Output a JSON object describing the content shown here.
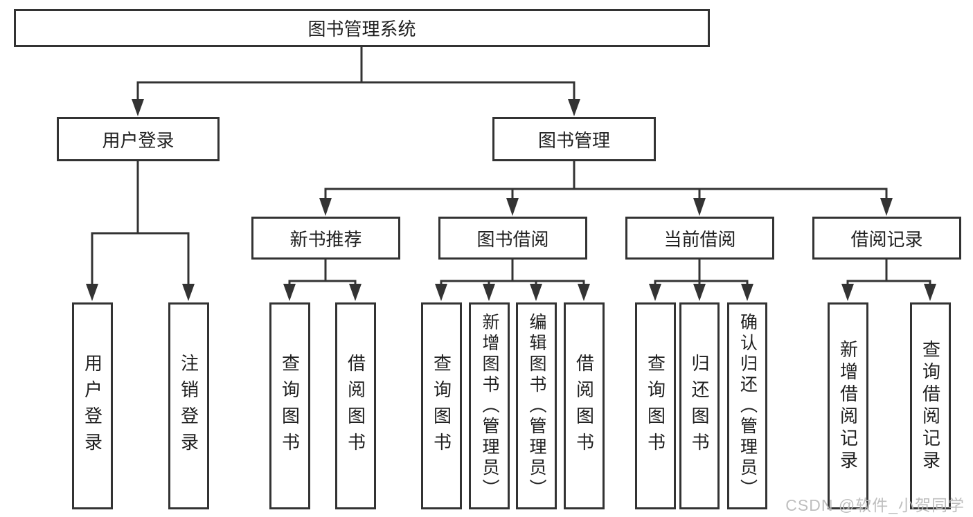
{
  "tree": {
    "root": "图书管理系统",
    "children": [
      {
        "label": "用户登录",
        "children": [
          {
            "label": "用户登录"
          },
          {
            "label": "注销登录"
          }
        ]
      },
      {
        "label": "图书管理",
        "children": [
          {
            "label": "新书推荐",
            "children": [
              {
                "label": "查询图书"
              },
              {
                "label": "借阅图书"
              }
            ]
          },
          {
            "label": "图书借阅",
            "children": [
              {
                "label": "查询图书"
              },
              {
                "label": "新增图书（管理员）"
              },
              {
                "label": "编辑图书（管理员）"
              },
              {
                "label": "借阅图书"
              }
            ]
          },
          {
            "label": "当前借阅",
            "children": [
              {
                "label": "查询图书"
              },
              {
                "label": "归还图书"
              },
              {
                "label": "确认归还（管理员）"
              }
            ]
          },
          {
            "label": "借阅记录",
            "children": [
              {
                "label": "新增借阅记录"
              },
              {
                "label": "查询借阅记录"
              }
            ]
          }
        ]
      }
    ]
  },
  "watermark": {
    "text": "CSDN @软件_小贺同学"
  },
  "colors": {
    "line": "#333333",
    "box_border": "#333333",
    "text": "#1f1f1f",
    "background": "#ffffff",
    "watermark": "#b9b9b9"
  }
}
